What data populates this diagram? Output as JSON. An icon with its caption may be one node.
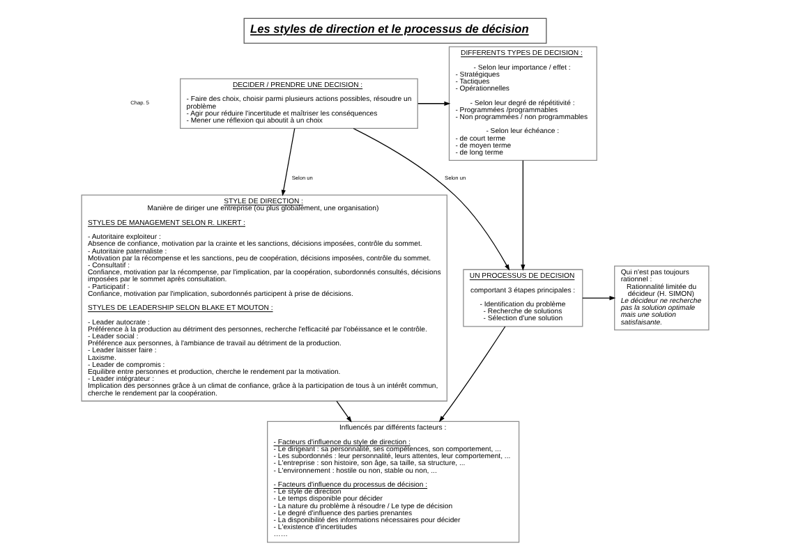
{
  "diagram": {
    "title": "Les styles de direction et le processus de décision",
    "nodes": [
      {
        "text": [
          "DECIDER / PRENDRE UNE DECISION :",
          "- Faire des choix, choisir parmi plusieurs actions possibles, résoudre un problème",
          "- Agir pour réduire l'incertitude et maîtriser les conséquences",
          "- Mener une réflexion qui aboutit à un choix"
        ]
      },
      {
        "text": [
          "DIFFERENTS TYPES DE DECISION :",
          "- Selon leur importance / effet :",
          "- Stratégiques",
          "- Tactiques",
          "- Opérationnelles",
          "- Selon leur degré de répétitivité :",
          "- Programmées /programmables",
          "- Non programmées / non programmables",
          "- Selon leur échéance :",
          "- de court terme",
          "- de moyen terme",
          "- de long terme"
        ]
      },
      {
        "text": [
          "STYLE DE DIRECTION :",
          "Manière de diriger une entreprise (ou plus globalement, une organisation)",
          "STYLES DE MANAGEMENT SELON R. LIKERT :",
          "- Autoritaire exploiteur :",
          "Absence de confiance, motivation par la crainte et les sanctions, décisions imposées, contrôle du sommet.",
          "- Autoritaire paternaliste :",
          "Motivation par la récompense et les sanctions, peu de coopération, décisions imposées, contrôle du sommet.",
          "- Consultatif :",
          "Confiance, motivation par la récompense, par l'implication, par la coopération, subordonnés consultés, décisions imposées par le sommet après consultation.",
          "- Participatif :",
          "Confiance, motivation par l'implication, subordonnés participent à prise de décisions.",
          "STYLES DE LEADERSHIP SELON BLAKE ET MOUTON :",
          "- Leader autocrate :",
          "Préférence à la production au détriment des personnes, recherche l'efficacité par l'obéissance et le contrôle.",
          "- Leader social :",
          "Préférence aux personnes, à l'ambiance de travail au détriment de la production.",
          "- Leader laisser faire :",
          "Laxisme.",
          "- Leader de compromis :",
          "Equilibre entre personnes et production, cherche le rendement par la motivation.",
          "- Leader intégrateur :",
          "Implication des personnes grâce à un climat de confiance, grâce à la participation de tous à un intérêt commun, cherche le rendement par la coopération."
        ]
      },
      {
        "text": [
          "UN PROCESSUS DE DECISION",
          "comportant 3 étapes principales :",
          "- Identification du problème",
          "- Recherche de solutions",
          "- Sélection d'une solution"
        ]
      },
      {
        "text": [
          "Qui n'est pas toujours rationnel :",
          "Rationnalité limitée du décideur (H. SIMON)",
          "Le décideur ne recherche pas la solution optimale mais une solution satisfaisante."
        ]
      },
      {
        "text": [
          "Influencés par différents facteurs :",
          "- Facteurs d'influence du style de direction :",
          "- Le dirigeant : sa personnalité, ses compétences, son comportement, ...",
          "- Les subordonnés : leur personnalité, leurs attentes, leur comportement, ...",
          "- L'entreprise : son histoire, son âge, sa taille, sa structure, ...",
          "- L'environnement : hostile ou non, stable ou non, ...",
          "- Facteurs d'influence du processus de décision :",
          "- Le style de direction",
          "- Le temps disponible pour décider",
          "- La nature du problème à résoudre / Le type de décision",
          "- Le degré d'influence des parties prenantes",
          "- La disponibilité des informations nécessaires pour décider",
          "- L'existence d'incertitudes",
          "……"
        ]
      }
    ],
    "edges": [
      {
        "from": 0,
        "to": 2,
        "arrow": "to",
        "label": "Selon un"
      },
      {
        "from": 0,
        "to": 1,
        "arrow": "to"
      },
      {
        "from": 0,
        "to": 3,
        "arrow": "to",
        "label": "Selon un"
      },
      {
        "from": 1,
        "to": 3,
        "arrow": "to"
      },
      {
        "from": 3,
        "to": 4,
        "arrow": "to"
      },
      {
        "from": 3,
        "to": 5,
        "arrow": "to"
      },
      {
        "from": 2,
        "to": 5,
        "arrow": "to"
      }
    ],
    "labels": [
      "Chap. 5"
    ]
  }
}
